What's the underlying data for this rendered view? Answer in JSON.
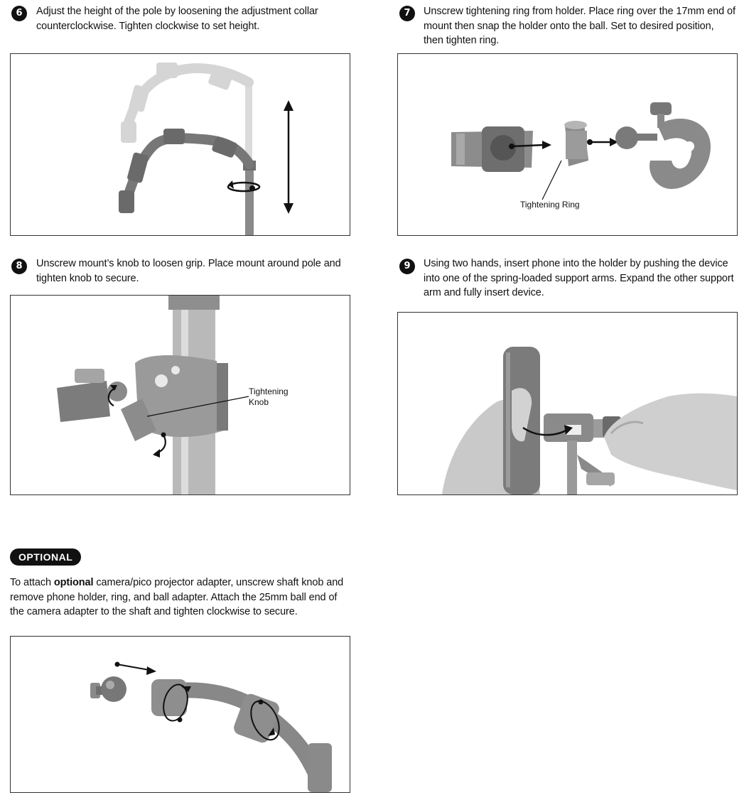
{
  "steps": [
    {
      "number": "6",
      "text": "Adjust the height of the pole by loosening the adjustment collar counterclockwise. Tighten clockwise to set height."
    },
    {
      "number": "7",
      "text": "Unscrew tightening ring from holder. Place ring over the 17mm end of mount then snap the holder onto the ball. Set to desired position, then tighten ring.",
      "callout": "Tightening Ring"
    },
    {
      "number": "8",
      "text": "Unscrew mount’s knob to loosen grip. Place mount around pole and tighten knob to secure.",
      "callout_line1": "Tightening",
      "callout_line2": "Knob"
    },
    {
      "number": "9",
      "text": "Using two hands, insert phone into the holder by pushing the device into one of the spring-loaded support arms. Expand the other support arm and fully insert device."
    }
  ],
  "optional": {
    "badge": "OPTIONAL",
    "text_before": "To attach ",
    "text_bold": "optional",
    "text_after": " camera/pico projector adapter, unscrew shaft knob and remove phone holder, ring, and ball adapter. Attach the 25mm ball end of the camera adapter to the shaft and tighten clockwise to secure."
  },
  "colors": {
    "metal": "#9a9a9a",
    "metal_dark": "#5e5e5e",
    "metal_light": "#cfcfcf",
    "ink": "#111111"
  }
}
